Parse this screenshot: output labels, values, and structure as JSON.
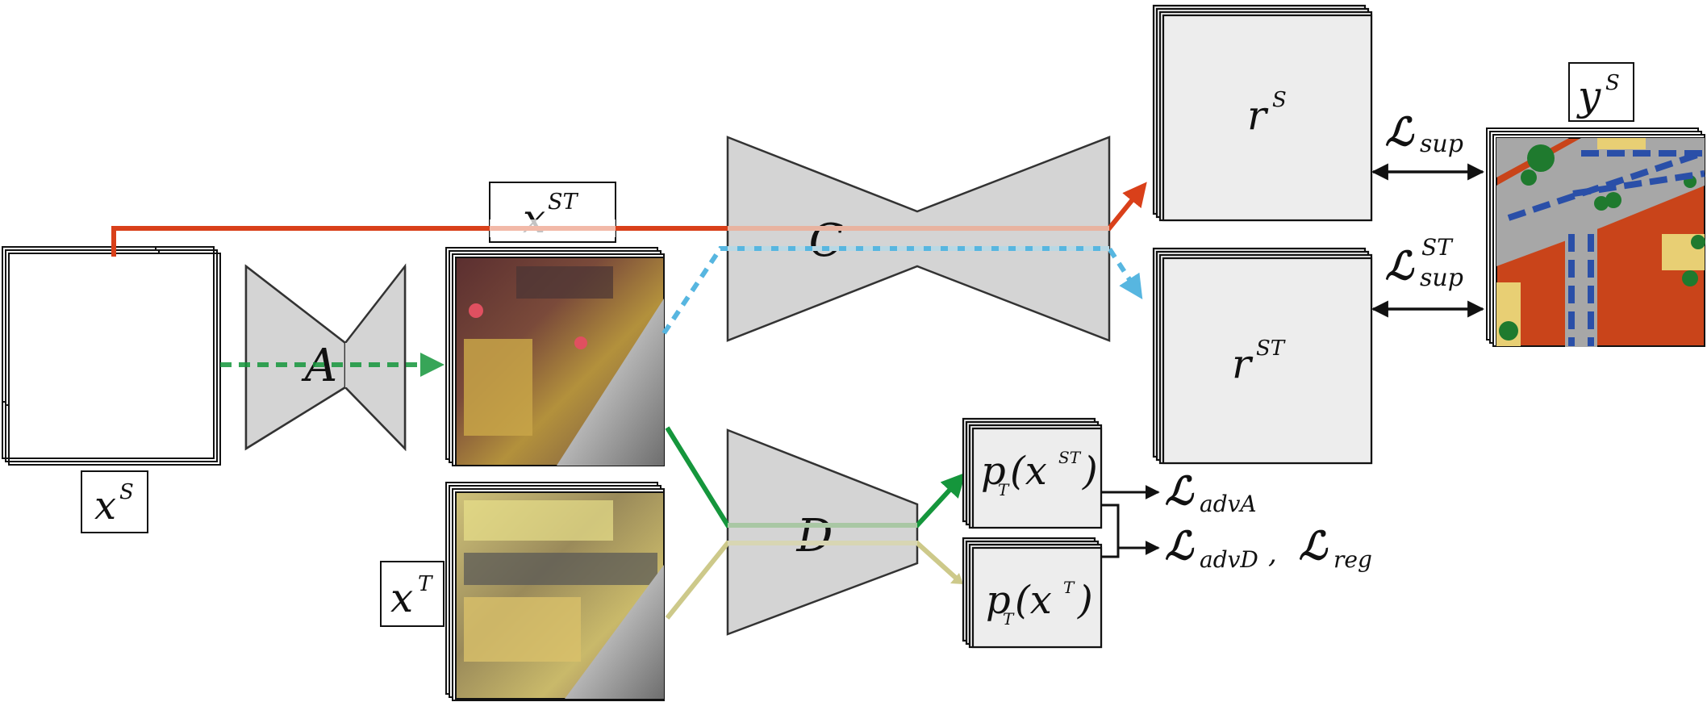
{
  "labels": {
    "x_s": "x",
    "x_s_sup": "S",
    "x_st": "x",
    "x_st_sup": "ST",
    "x_t": "x",
    "x_t_sup": "T",
    "y_s": "y",
    "y_s_sup": "S",
    "r_s": "r",
    "r_s_sup": "S",
    "r_st": "r",
    "r_st_sup": "ST",
    "p_st_p": "p",
    "p_st_sub": "T",
    "p_st_open": "(x",
    "p_st_sup": "ST",
    "p_st_close": ")",
    "p_t_p": "p",
    "p_t_sub": "T",
    "p_t_open": "(x",
    "p_t_sup": "T",
    "p_t_close": ")"
  },
  "networks": {
    "a": "A",
    "c": "C",
    "d": "D"
  },
  "losses": {
    "sup_l": "ℒ",
    "sup_sub": "sup",
    "sup_st_l": "ℒ",
    "sup_st_sup": "ST",
    "sup_st_sub": "sup",
    "adv_a_l": "ℒ",
    "adv_a_sub": "advA",
    "adv_d_l": "ℒ",
    "adv_d_sub": "advD",
    "comma": ",",
    "reg_l": "ℒ",
    "reg_sub": "reg"
  },
  "colors": {
    "red_path": "#d9401a",
    "blue_path": "#57b6e0",
    "green_path": "#15963c",
    "yellow_path": "#cdc98a",
    "network_fill": "#d4d4d4",
    "panel_fill": "#ededed",
    "building": "#c9441a",
    "road": "#a7a7a7",
    "tree": "#1f7a2e",
    "grass": "#e8cf74",
    "car": "#2a4fa8"
  }
}
